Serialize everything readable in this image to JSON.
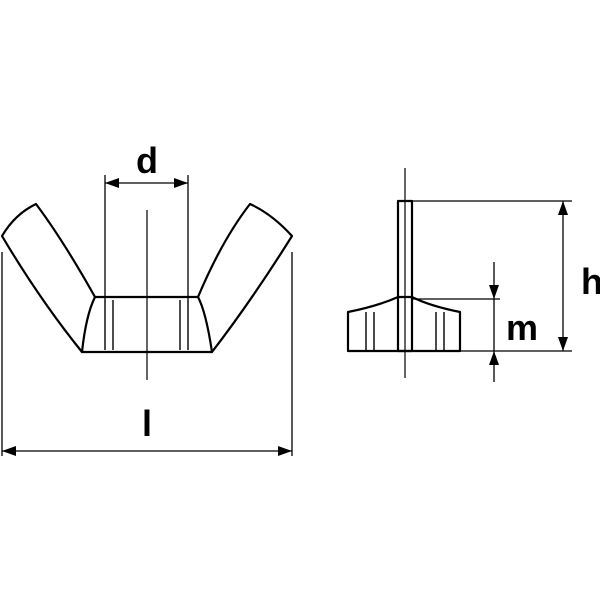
{
  "labels": {
    "diameter": "d",
    "length": "l",
    "height": "h",
    "nut_height": "m"
  }
}
